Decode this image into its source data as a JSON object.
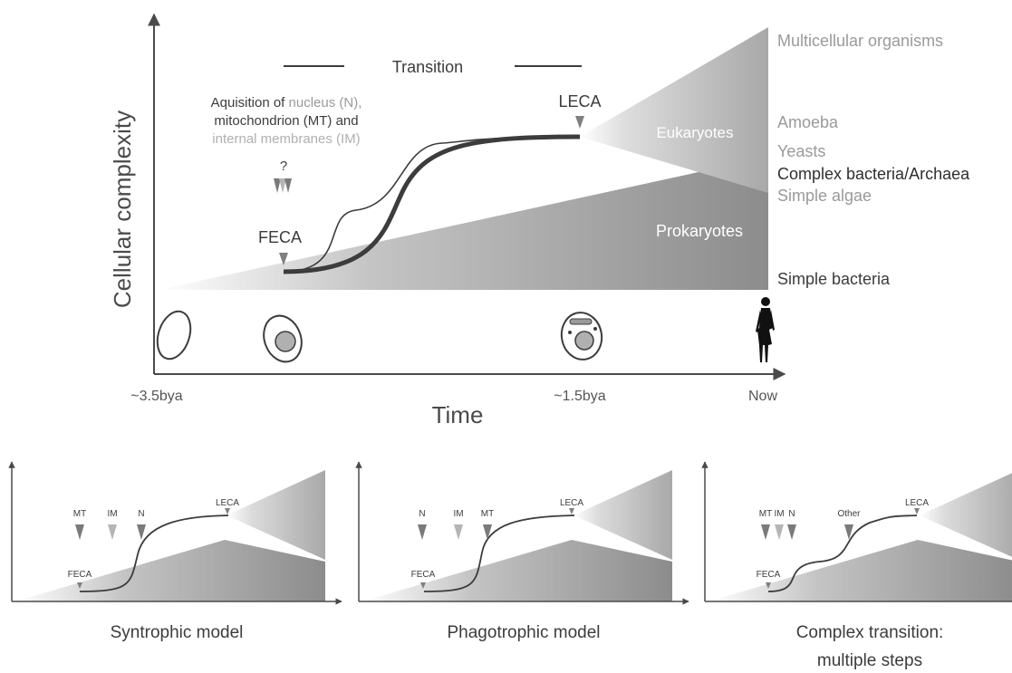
{
  "colors": {
    "axis": "#4a4a4a",
    "text_dark": "#3c3c3c",
    "text_mid": "#8a8a8a",
    "text_light": "#b4b4b4",
    "marker_dark": "#7a7a7a",
    "marker_light": "#b5b5b5",
    "prokaryote_dark": "#8c8c8c",
    "eukaryote_dark": "#a6a6a6"
  },
  "main": {
    "axis_y_label": "Cellular complexity",
    "axis_x_label": "Time",
    "ticks": [
      "~3.5bya",
      "~1.5bya",
      "Now"
    ],
    "transition_label": "Transition",
    "acquisition": {
      "line1_prefix": "Aquisition of ",
      "line1_highlight": "nucleus (N),",
      "line2": "mitochondrion (MT) and",
      "line3": "internal membranes (IM)",
      "question": "?"
    },
    "feca": "FECA",
    "leca": "LECA",
    "eukaryotes": "Eukaryotes",
    "prokaryotes": "Prokaryotes",
    "organism_labels": [
      "Multicellular organisms",
      "Amoeba",
      "Yeasts",
      "Complex bacteria/Archaea",
      "Simple algae",
      "Simple bacteria"
    ],
    "icons": [
      "simple-cell-icon",
      "nucleated-cell-icon",
      "eukaryotic-cell-icon",
      "human-silhouette-icon"
    ]
  },
  "models": [
    {
      "title": "Syntrophic model",
      "title_line2": "",
      "feca": "FECA",
      "leca": "LECA",
      "markers": [
        {
          "label": "MT",
          "shade": "dark"
        },
        {
          "label": "IM",
          "shade": "light"
        },
        {
          "label": "N",
          "shade": "dark"
        }
      ]
    },
    {
      "title": "Phagotrophic model",
      "title_line2": "",
      "feca": "FECA",
      "leca": "LECA",
      "markers": [
        {
          "label": "N",
          "shade": "dark"
        },
        {
          "label": "IM",
          "shade": "light"
        },
        {
          "label": "MT",
          "shade": "dark"
        }
      ]
    },
    {
      "title": "Complex transition:",
      "title_line2": "multiple steps",
      "feca": "FECA",
      "leca": "LECA",
      "markers": [
        {
          "label": "MT",
          "shade": "dark"
        },
        {
          "label": "IM",
          "shade": "light"
        },
        {
          "label": "N",
          "shade": "dark"
        },
        {
          "label": "Other",
          "shade": "dark"
        }
      ]
    }
  ]
}
